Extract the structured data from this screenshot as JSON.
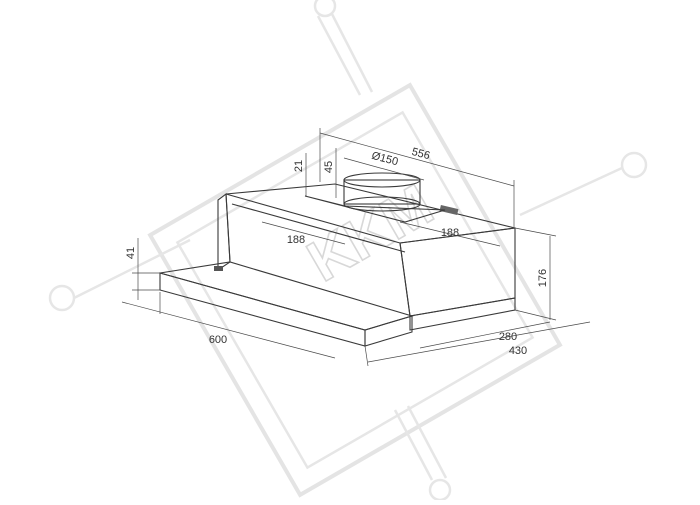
{
  "diagram": {
    "kind": "isometric-dimension-drawing",
    "subject": "telescopic-cooker-hood",
    "dimensions": {
      "width_total": "600",
      "depth_total": "430",
      "depth_inner": "280",
      "height_total": "176",
      "front_panel_height": "41",
      "body_width": "556",
      "duct_diameter": "Ø150",
      "duct_height": "45",
      "duct_offset_top": "21",
      "duct_offset_left": "188",
      "duct_offset_right": "188"
    },
    "watermark": {
      "text": "KKM",
      "color": "#e4e4e4"
    },
    "colors": {
      "line": "#3a3a3a",
      "dimension": "#4a4a4a",
      "duct_fill": "#f2f2f2",
      "panel_fill": "#fafafa"
    }
  }
}
